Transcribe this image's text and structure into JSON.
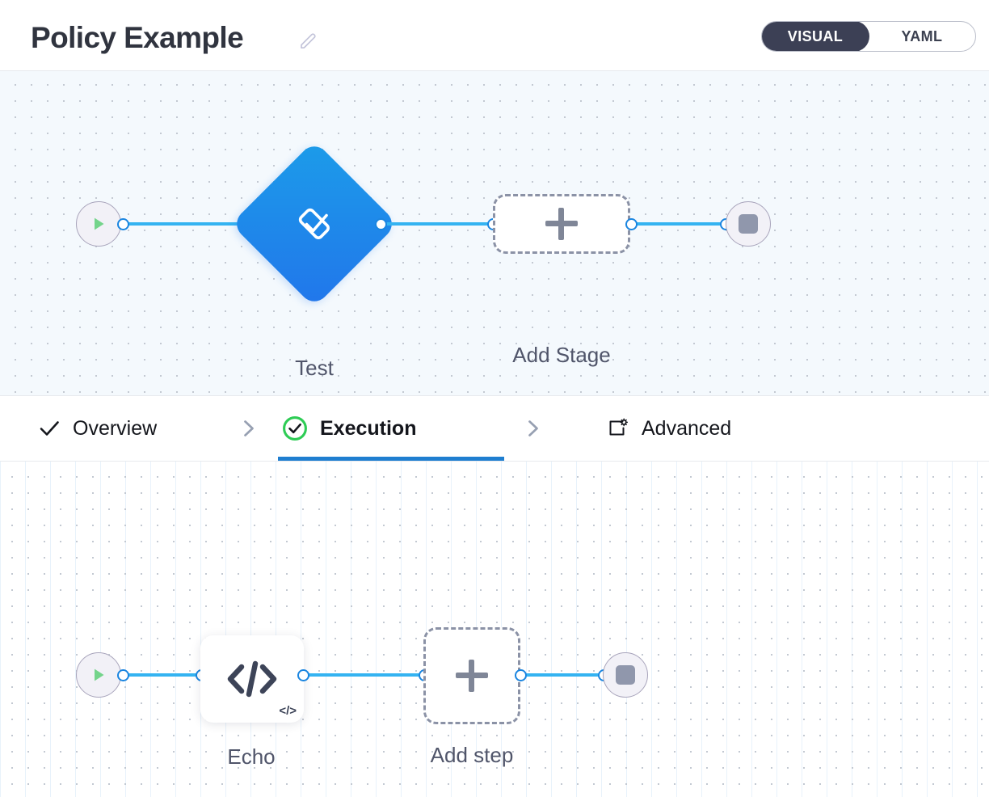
{
  "header": {
    "title": "Policy Example",
    "edit_icon": "pencil-icon",
    "view_toggle": {
      "visual_label": "VISUAL",
      "yaml_label": "YAML",
      "active": "VISUAL",
      "active_bg": "#3c4055"
    }
  },
  "tabs": [
    {
      "label": "Overview",
      "icon": "check-icon",
      "active": false
    },
    {
      "label": "Execution",
      "icon": "check-circle-icon",
      "active": true
    },
    {
      "label": "Advanced",
      "icon": "window-gear-icon",
      "active": false
    }
  ],
  "tab_separator_icon": "chevron-right-icon",
  "stage_canvas": {
    "start_node": {
      "icon": "play-icon",
      "color": "#74d48b"
    },
    "stage": {
      "label": "Test",
      "icon": "check-diamond-icon",
      "color": "#2176eb"
    },
    "add_stage": {
      "label": "Add Stage",
      "icon": "plus-icon"
    },
    "end_node": {
      "icon": "stop-icon",
      "color": "#9097ac"
    },
    "connector_color": "#34b3f1"
  },
  "step_canvas": {
    "start_node": {
      "icon": "play-icon",
      "color": "#74d48b"
    },
    "step": {
      "label": "Echo",
      "icon": "code-icon",
      "badge_icon": "code-badge-icon"
    },
    "add_step": {
      "label": "Add step",
      "icon": "plus-icon"
    },
    "end_node": {
      "icon": "stop-icon",
      "color": "#9097ac"
    },
    "connector_color": "#34b3f1"
  }
}
